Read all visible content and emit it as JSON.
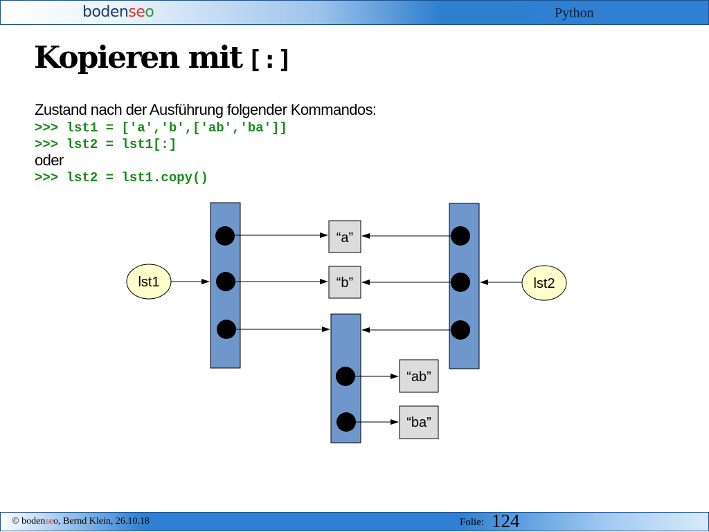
{
  "header": {
    "logo_part1": "boden",
    "logo_part2": "se",
    "logo_part3": "o",
    "topic": "Python"
  },
  "slide": {
    "title_text": "Kopieren mit",
    "title_code": "[:]",
    "intro": "Zustand nach der Ausführung folgender Kommandos:",
    "code_lines": [
      ">>> lst1 = ['a','b',['ab','ba']]",
      ">>> lst2 = lst1[:]"
    ],
    "connector": "oder",
    "code_alt": ">>> lst2 = lst1.copy()"
  },
  "diagram": {
    "variables": [
      "lst1",
      "lst2"
    ],
    "strings": [
      "“a”",
      "“b”",
      "“ab”",
      "“ba”"
    ],
    "colors": {
      "list_fill": "#6f97cc",
      "box_fill": "#dcdcdc",
      "var_fill": "#ffffcc"
    }
  },
  "footer": {
    "copyright_prefix": "© boden",
    "copyright_se": "se",
    "copyright_suffix": "o, Bernd Klein, 26.10.18",
    "folie_label": "Folie:",
    "folie_number": "124"
  }
}
